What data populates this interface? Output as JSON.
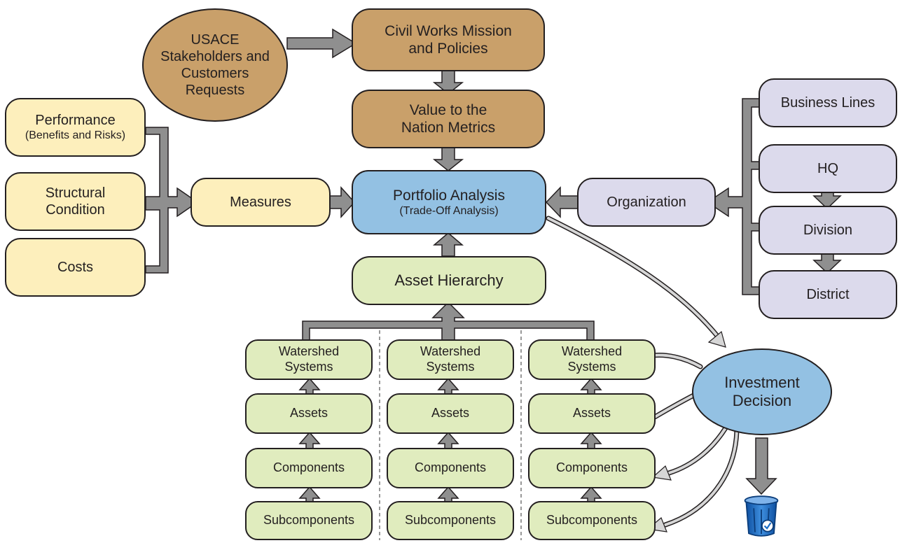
{
  "stakeholders": "USACE\nStakeholders and\nCustomers\nRequests",
  "mission": "Civil Works Mission\nand Policies",
  "value_metrics": "Value to the\nNation Metrics",
  "portfolio": {
    "title": "Portfolio Analysis",
    "subtitle": "(Trade-Off Analysis)"
  },
  "measures": "Measures",
  "performance": {
    "title": "Performance",
    "subtitle": "(Benefits and Risks)"
  },
  "structural": "Structural\nCondition",
  "costs": "Costs",
  "organization": "Organization",
  "business_lines": "Business Lines",
  "hq": "HQ",
  "division": "Division",
  "district": "District",
  "asset_hierarchy": "Asset Hierarchy",
  "columns": [
    {
      "watershed": "Watershed\nSystems",
      "assets": "Assets",
      "components": "Components",
      "subcomponents": "Subcomponents"
    },
    {
      "watershed": "Watershed\nSystems",
      "assets": "Assets",
      "components": "Components",
      "subcomponents": "Subcomponents"
    },
    {
      "watershed": "Watershed\nSystems",
      "assets": "Assets",
      "components": "Components",
      "subcomponents": "Subcomponents"
    }
  ],
  "investment": "Investment\nDecision",
  "icons": {
    "disposal": "trash-bin-icon"
  },
  "colors": {
    "brown": "#c9a06a",
    "cream": "#fdefbc",
    "lavender": "#dcdaec",
    "blue": "#93c1e3",
    "green": "#e0ecbe",
    "arrow": "#8a8a8a"
  }
}
